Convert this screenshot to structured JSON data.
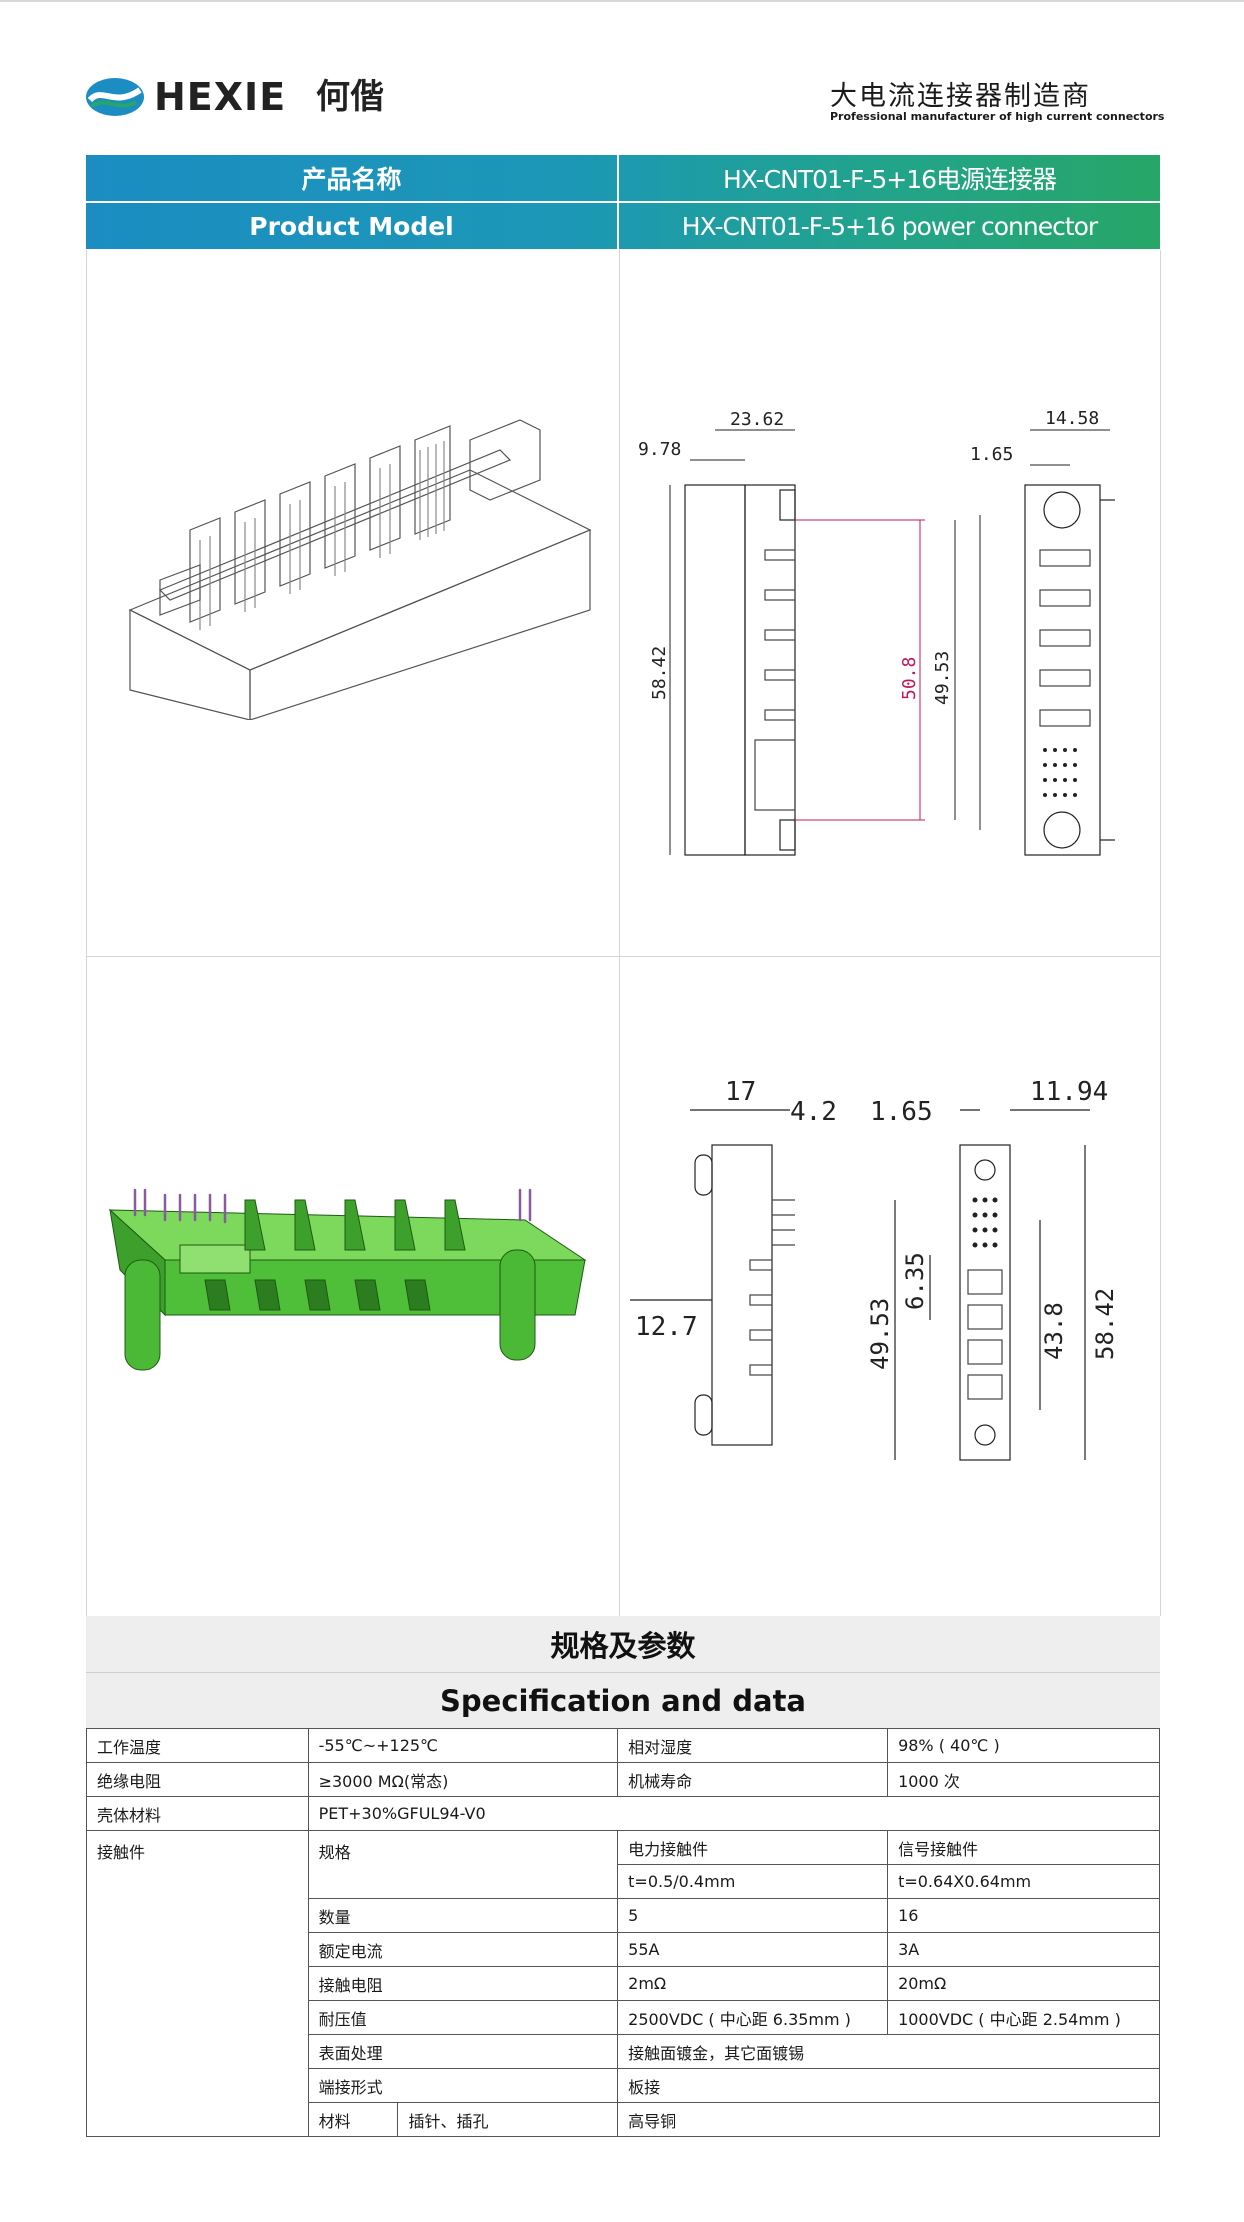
{
  "brand": {
    "name": "HEXIE",
    "name_cn": "何偕",
    "tagline_cn": "大电流连接器制造商",
    "tagline_en": "Professional manufacturer of high current connectors",
    "colors": {
      "teal": "#1c98b6",
      "green": "#27a667",
      "blue": "#1b8dc2"
    }
  },
  "model": {
    "label_cn": "产品名称",
    "value_cn": "HX-CNT01-F-5+16电源连接器",
    "label_en": "Product Model",
    "value_en": "HX-CNT01-F-5+16 power connector"
  },
  "drawing1": {
    "dims": {
      "a": "9.78",
      "b": "23.62",
      "c": "14.58",
      "d": "1.65",
      "e": "58.42",
      "f": "50.8",
      "g": "49.53"
    }
  },
  "drawing2": {
    "dims": {
      "a": "17",
      "b": "4.2",
      "c": "1.65",
      "d": "11.94",
      "e": "12.7",
      "f": "6.35",
      "g": "49.53",
      "h": "43.8",
      "i": "58.42"
    }
  },
  "spec": {
    "title_cn": "规格及参数",
    "title_en": "Specification and data",
    "rows": {
      "temp_label": "工作温度",
      "temp_value": "-55℃~+125℃",
      "humidity_label": "相对湿度",
      "humidity_value": "98% ( 40℃ )",
      "insulation_label": "绝缘电阻",
      "insulation_value": "≥3000 MΩ(常态)",
      "life_label": "机械寿命",
      "life_value": "1000 次",
      "housing_label": "壳体材料",
      "housing_value": "PET+30%GFUL94-V0",
      "contact_label": "接触件",
      "spec_label": "规格",
      "power_contact": "电力接触件",
      "signal_contact": "信号接触件",
      "power_thickness": "t=0.5/0.4mm",
      "signal_thickness": "t=0.64X0.64mm",
      "qty_label": "数量",
      "qty_power": "5",
      "qty_signal": "16",
      "current_label": "额定电流",
      "current_power": "55A",
      "current_signal": "3A",
      "resistance_label": "接触电阻",
      "resistance_power": "2mΩ",
      "resistance_signal": "20mΩ",
      "voltage_label": "耐压值",
      "voltage_power": "2500VDC ( 中心距 6.35mm )",
      "voltage_signal": "1000VDC ( 中心距 2.54mm )",
      "surface_label": "表面处理",
      "surface_value": "接触面镀金，其它面镀锡",
      "termination_label": "端接形式",
      "termination_value": "板接",
      "material_label": "材料",
      "material_sub": "插针、插孔",
      "material_value": "高导铜"
    }
  }
}
